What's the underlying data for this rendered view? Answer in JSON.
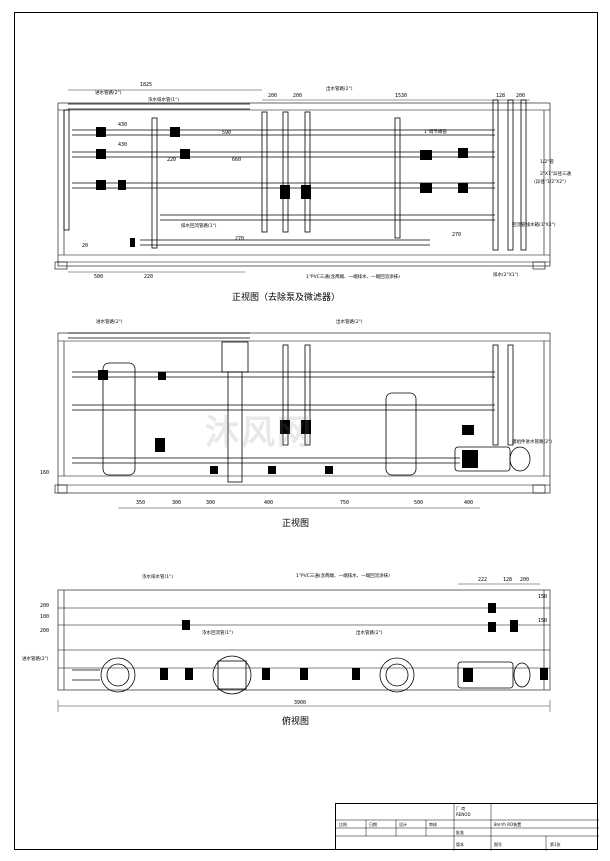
{
  "views": {
    "front_main": {
      "title": "正视图（去除泵及微滤器）"
    },
    "front": {
      "title": "正视图"
    },
    "top": {
      "title": "俯视图"
    }
  },
  "labels": {
    "v1_pipe_main": "进水管路(2\")",
    "v1_pipe_rinse": "浓水排水管(1\")",
    "v1_pipe_out": "出水管路(2\")",
    "v1_drain": "排水回流管路(1\")",
    "v1_regulator": "1\"调节阀管",
    "v1_cross": "1/2\"管",
    "v1_three_way": "2\"X1\"异径三通",
    "v1_note_a": "(异径\"1/2\"X2\")",
    "v1_tail": "回流管线水箱(1\"X2\")",
    "v1_pvc": "1\"PVC三通(含两端、一端排水、一端回流涂抹)",
    "v1_outlet": "排水(2\"X1\")",
    "v2_pipe_main": "进水管路(2\")",
    "v2_pipe_out": "出水管路(2\")",
    "v2_pump_in": "膜组件进水管路(2\")",
    "v3_pipe_rinse": "浓水排水管(1\")",
    "v3_pvc": "1\"PVC三通(含两端、一端排水、一端回流涂抹)",
    "v3_drain": "浓水回流管(1\")",
    "v3_pipe_out": "出水管路(2\")",
    "v3_pipe_in": "进水管路(2\")"
  },
  "dimensions": {
    "v1": [
      "1825",
      "200",
      "200",
      "1530",
      "128",
      "200",
      "430",
      "430",
      "590",
      "220",
      "660",
      "270",
      "270",
      "20",
      "500",
      "220"
    ],
    "v2": [
      "350",
      "300",
      "300",
      "400",
      "750",
      "500",
      "400",
      "160"
    ],
    "v3": [
      "222",
      "128",
      "200",
      "150",
      "200",
      "100",
      "200",
      "150",
      "3900"
    ]
  },
  "watermark": "沐风网",
  "title_block": {
    "company_a": "厂  商",
    "company_b": "RENOD",
    "drawing_name": "8m³/h RO装置",
    "sheet": "第1张",
    "scale": "比例",
    "date": "日期",
    "design": "设计",
    "check": "审核",
    "approve": "批准",
    "rev": "版本",
    "num": "图号"
  }
}
